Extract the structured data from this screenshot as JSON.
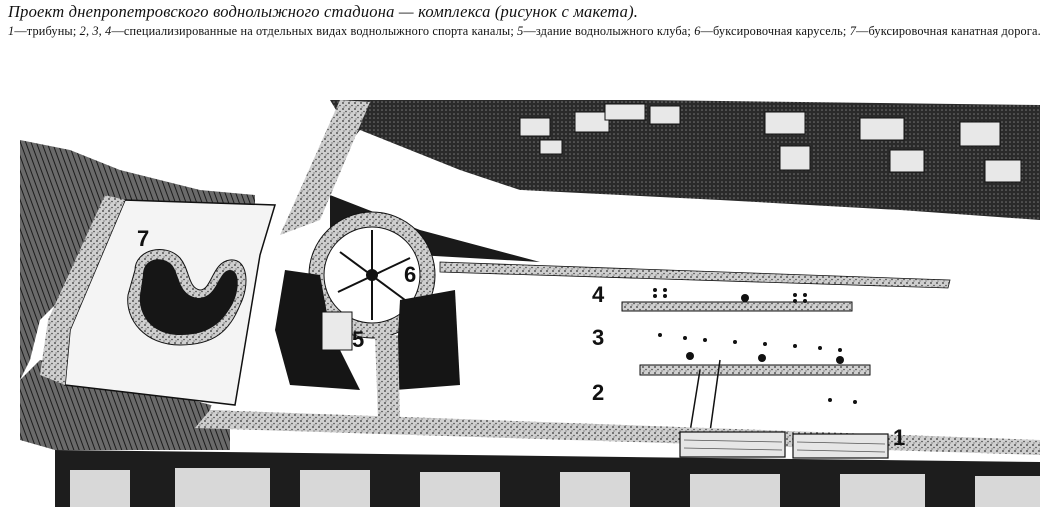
{
  "title": "Проект днепропетровского воднолыжного стадиона — комплекса (рисунок с макета).",
  "legend": {
    "items": [
      {
        "num": "1",
        "sep": "—",
        "text": "трибуны; "
      },
      {
        "num": "2, 3, 4",
        "sep": "—",
        "text": "специализированные на отдельных видах воднолыжного спорта каналы; "
      },
      {
        "num": "5",
        "sep": "—",
        "text": "здание воднолыжного клуба; "
      },
      {
        "num": "6",
        "sep": "—",
        "text": "буксировочная карусель; "
      },
      {
        "num": "7",
        "sep": "—",
        "text": "буксировочная канатная дорога."
      }
    ]
  },
  "figure": {
    "labels": {
      "n1": "1",
      "n2": "2",
      "n3": "3",
      "n4": "4",
      "n5": "5",
      "n6": "6",
      "n7": "7"
    }
  },
  "colors": {
    "ink": "#111111",
    "paper": "#ffffff",
    "water": "#ffffff",
    "dark": "#1a1a1a"
  }
}
